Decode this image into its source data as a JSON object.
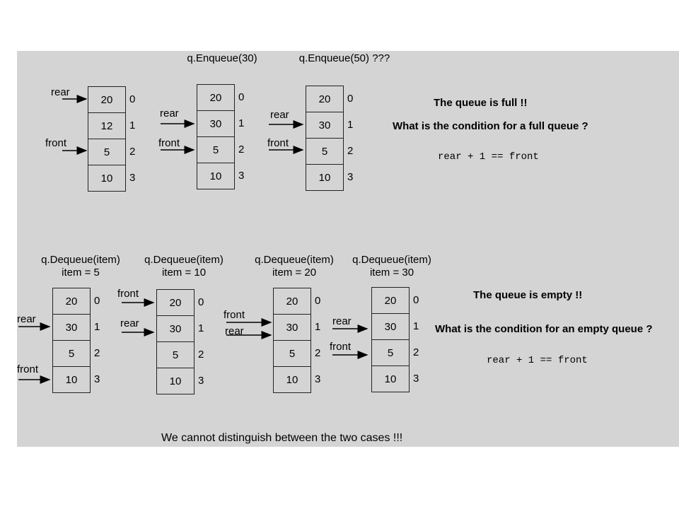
{
  "top_ops": {
    "enqueue1": "q.Enqueue(30)",
    "enqueue2": "q.Enqueue(50) ???"
  },
  "bottom_ops": [
    {
      "op": "q.Dequeue(item)",
      "item": "item = 5"
    },
    {
      "op": "q.Dequeue(item)",
      "item": "item = 10"
    },
    {
      "op": "q.Dequeue(item)",
      "item": "item = 20"
    },
    {
      "op": "q.Dequeue(item)",
      "item": "item = 30"
    }
  ],
  "labels": {
    "rear": "rear",
    "front": "front"
  },
  "indices": [
    "0",
    "1",
    "2",
    "3"
  ],
  "arrays": [
    {
      "values": [
        "20",
        "12",
        "5",
        "10"
      ]
    },
    {
      "values": [
        "20",
        "30",
        "5",
        "10"
      ]
    },
    {
      "values": [
        "20",
        "30",
        "5",
        "10"
      ]
    },
    {
      "values": [
        "20",
        "30",
        "5",
        "10"
      ]
    },
    {
      "values": [
        "20",
        "30",
        "5",
        "10"
      ]
    },
    {
      "values": [
        "20",
        "30",
        "5",
        "10"
      ]
    },
    {
      "values": [
        "20",
        "30",
        "5",
        "10"
      ]
    }
  ],
  "full": {
    "title": "The queue is full !!",
    "question": "What is the condition for a full queue ?",
    "condition": "rear + 1 == front"
  },
  "empty": {
    "title": "The queue is empty !!",
    "question": "What is the condition for an empty queue ?",
    "condition": "rear + 1 == front"
  },
  "footer": "We cannot distinguish between the two cases !!!"
}
